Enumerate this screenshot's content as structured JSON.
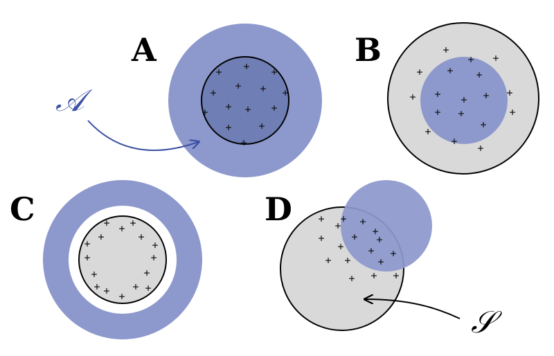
{
  "labels": {
    "panel_a": "A",
    "panel_b": "B",
    "panel_c": "C",
    "panel_d": "D",
    "set_a": "𝒜",
    "set_s": "𝒮"
  },
  "colors": {
    "blue_region": "#8d99cc",
    "gray_region": "#d9d9d9",
    "outline": "#000000",
    "arrow_blue": "#3b4fa3",
    "arrow_black": "#000000"
  },
  "marker_glyph": "+"
}
